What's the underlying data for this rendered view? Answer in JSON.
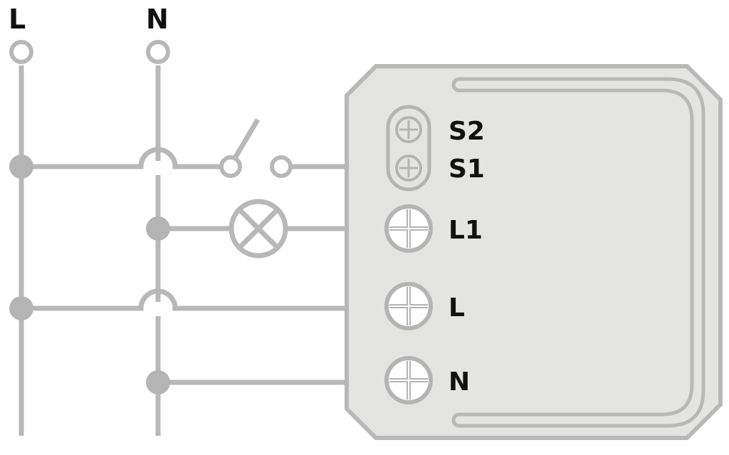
{
  "bus_labels": {
    "line": "L",
    "neutral": "N"
  },
  "terminals": {
    "s2": "S2",
    "s1": "S1",
    "l1": "L1",
    "l": "L",
    "n": "N"
  },
  "colors": {
    "wire": "#b8b8b8",
    "module_fill": "#e4e4e1",
    "module_border": "#b8b8b8",
    "text": "#111111"
  },
  "icons": [
    "switch-icon",
    "lamp-icon",
    "screw-terminal-icon"
  ]
}
